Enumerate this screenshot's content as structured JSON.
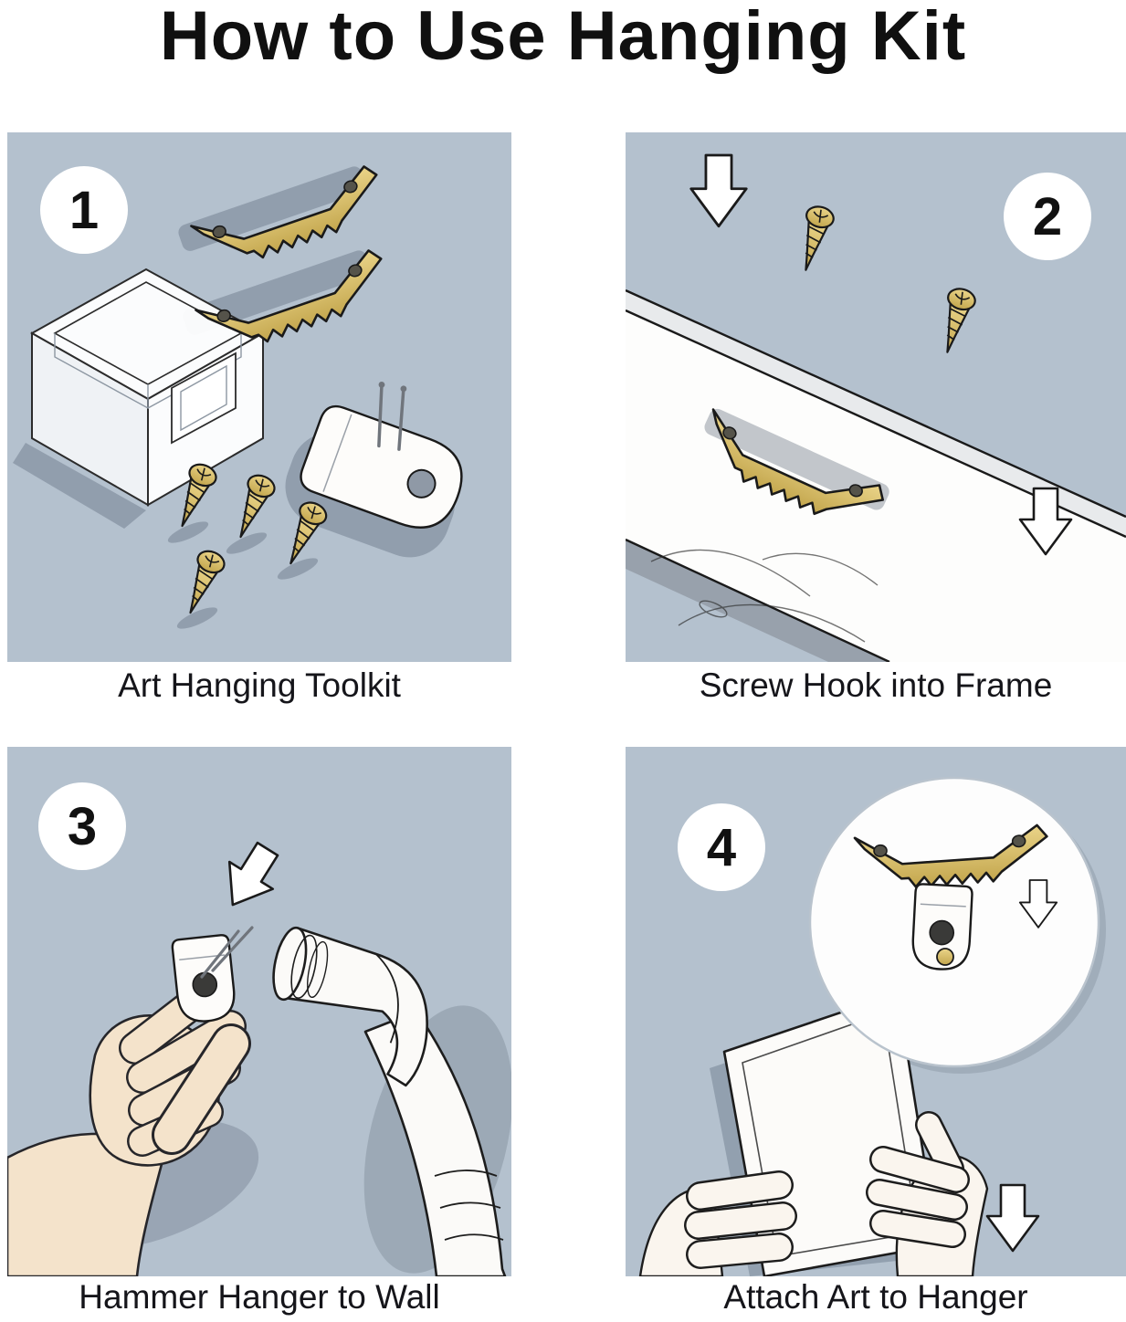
{
  "title": "How to Use Hanging Kit",
  "steps": [
    {
      "number": "1",
      "caption": "Art Hanging Toolkit"
    },
    {
      "number": "2",
      "caption": "Screw Hook into Frame"
    },
    {
      "number": "3",
      "caption": "Hammer Hanger to Wall"
    },
    {
      "number": "4",
      "caption": "Attach Art to Hanger"
    }
  ],
  "colors": {
    "panel_background": "#b4c1ce",
    "brass_gold": "#d4ba66",
    "outline_black": "#1a1a1a",
    "skin_tone": "#f4e3cb",
    "white": "#ffffff"
  },
  "illustrations": {
    "step1": [
      "sawtooth-hangers",
      "storage-case",
      "screws",
      "wall-hook"
    ],
    "step2": [
      "frame-rail",
      "sawtooth-hanger",
      "screws",
      "down-arrows"
    ],
    "step3": [
      "hand-holding-hanger",
      "hammer",
      "down-arrow"
    ],
    "step4": [
      "magnified-hanger-and-hook",
      "canvas-frame",
      "hands",
      "down-arrows"
    ]
  }
}
